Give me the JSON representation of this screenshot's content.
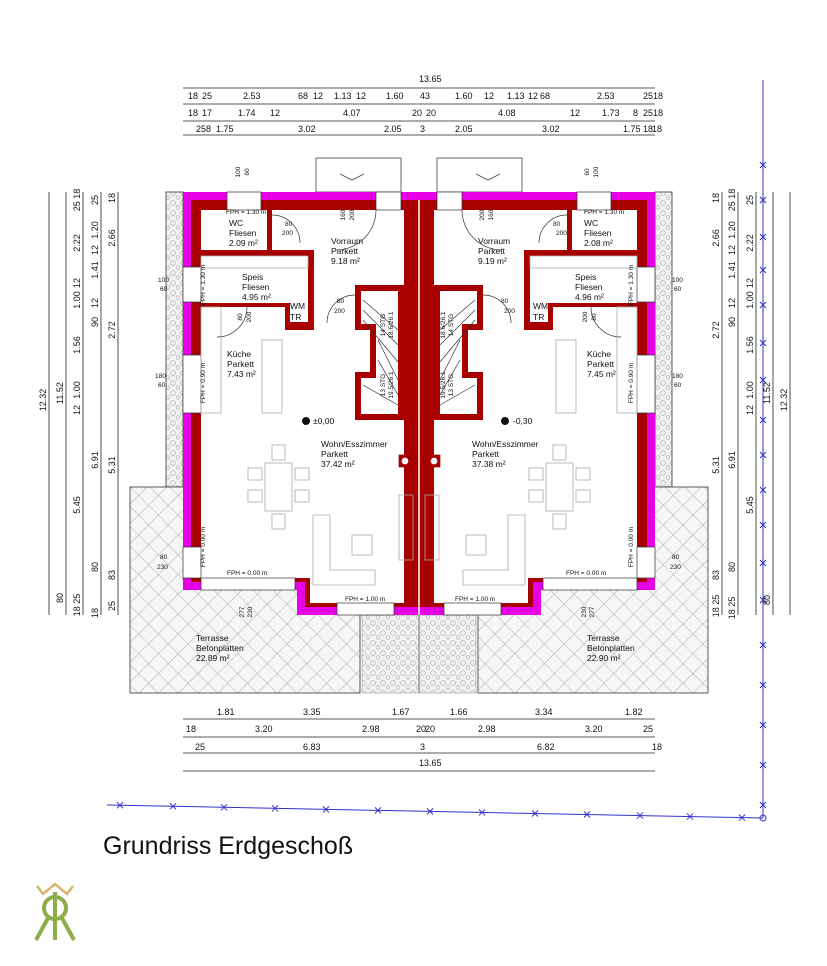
{
  "title": "Grundriss Erdgeschoß",
  "colors": {
    "wall_inner": "#a80000",
    "wall_outer": "#e600e6",
    "survey_line": "#3333cc",
    "logo_green": "#8fac4a",
    "logo_gold": "#d9b46a"
  },
  "left_unit": {
    "wc": {
      "name": "WC",
      "floor": "Fliesen",
      "area": "2.09 m²",
      "fph": "FPH = 1.30 m"
    },
    "vorraum": {
      "name": "Vorraum",
      "floor": "Parkett",
      "area": "9.18 m²"
    },
    "speis": {
      "name": "Speis",
      "floor": "Fliesen",
      "area": "4.95 m²"
    },
    "wm": "WM",
    "tr": "TR",
    "kueche": {
      "name": "Küche",
      "floor": "Parkett",
      "area": "7.43 m²"
    },
    "wohn": {
      "name": "Wohn/Esszimmer",
      "floor": "Parkett",
      "area": "37.42 m²"
    },
    "level": "±0,00",
    "terrasse": {
      "name": "Terrasse",
      "floor": "Betonplatten",
      "area": "22.89 m²"
    },
    "stairs_upper": [
      "14 STG",
      "18.6/26.1"
    ],
    "stairs_lower": [
      "13 STG",
      "19.5/26.1"
    ],
    "openings": {
      "wc_door": [
        "80",
        "200"
      ],
      "entry_door": [
        "160",
        "200"
      ],
      "vorraum_door": [
        "80",
        "200"
      ],
      "kueche_door": [
        "80",
        "200"
      ],
      "window_speis": [
        "100",
        "60"
      ],
      "window_kueche": [
        "180",
        "60"
      ],
      "window_wohn": [
        "80",
        "230"
      ],
      "terrace_door": [
        "277",
        "230"
      ],
      "entry_top": [
        "100",
        "60"
      ],
      "fph_speis": "FPH = 1.30 m",
      "fph_kueche": "FPH = 0.90 m",
      "fph_wohn_side": "FPH = 0.00 m",
      "fph_terrace": "FPH = 0.00 m",
      "fph_bottom": "FPH = 1.00 m"
    }
  },
  "right_unit": {
    "wc": {
      "name": "WC",
      "floor": "Fliesen",
      "area": "2.08 m²",
      "fph": "FPH = 1.30 m"
    },
    "vorraum": {
      "name": "Vorraum",
      "floor": "Parkett",
      "area": "9.19 m²"
    },
    "speis": {
      "name": "Speis",
      "floor": "Fliesen",
      "area": "4.96 m²"
    },
    "wm": "WM",
    "tr": "TR",
    "kueche": {
      "name": "Küche",
      "floor": "Parkett",
      "area": "7.45 m²"
    },
    "wohn": {
      "name": "Wohn/Esszimmer",
      "floor": "Parkett",
      "area": "37.38 m²"
    },
    "level": "-0,30",
    "terrasse": {
      "name": "Terrasse",
      "floor": "Betonplatten",
      "area": "22.90 m²"
    },
    "stairs_upper": [
      "14 STG",
      "18.6/26.1"
    ],
    "stairs_lower": [
      "13 STG",
      "19.5/26.1"
    ],
    "openings": {
      "wc_door": [
        "80",
        "200"
      ],
      "entry_door": [
        "160",
        "200"
      ],
      "vorraum_door": [
        "80",
        "200"
      ],
      "kueche_door": [
        "80",
        "200"
      ],
      "window_speis": [
        "100",
        "60"
      ],
      "window_kueche": [
        "180",
        "60"
      ],
      "window_wohn": [
        "80",
        "230"
      ],
      "terrace_door": [
        "277",
        "230"
      ],
      "entry_top": [
        "100",
        "60"
      ],
      "fph_speis": "FPH = 1.30 m",
      "fph_kueche": "FPH = 0.90 m",
      "fph_wohn_side": "FPH = 0.00 m",
      "fph_terrace": "FPH = 0.00 m",
      "fph_bottom": "FPH = 1.00 m"
    }
  },
  "dimensions": {
    "top": [
      [
        "13.65"
      ],
      [
        "18",
        "25",
        "2.53",
        "68",
        "12",
        "1.13",
        "12",
        "1.60",
        "43",
        "1.60",
        "12",
        "1.13",
        "12",
        "68",
        "2.53",
        "25",
        "18"
      ],
      [
        "18",
        "17",
        "1.74",
        "12",
        "4.07",
        "20",
        "20",
        "4.08",
        "12",
        "1.73",
        "8",
        "25",
        "18"
      ],
      [
        "25",
        "8",
        "1.75",
        "3.02",
        "2.05",
        "3",
        "2.05",
        "3.02",
        "1.75",
        "18",
        "18"
      ]
    ],
    "bottom": [
      [
        "1.81",
        "3.35",
        "1.67",
        "1.66",
        "3.34",
        "1.82"
      ],
      [
        "18",
        "3.20",
        "2.98",
        "20",
        "20",
        "2.98",
        "3.20",
        "25"
      ],
      [
        "25",
        "6.83",
        "3",
        "6.82",
        "18"
      ],
      [
        "13.65"
      ]
    ],
    "left": [
      [
        "12.32"
      ],
      [
        "11.52",
        "80"
      ],
      [
        "25 18",
        "2.22",
        "12",
        "1.00",
        "1.56",
        "1.00",
        "12",
        "5.45",
        "18 25"
      ],
      [
        "25",
        "1.20",
        "12",
        "1.41",
        "12",
        "90",
        "6.91",
        "80",
        "18"
      ],
      [
        "18",
        "2.66",
        "2.72",
        "5.31",
        "83",
        "25"
      ]
    ],
    "right": [
      [
        "18",
        "2.66",
        "2.72",
        "5.31",
        "83",
        "18 25"
      ],
      [
        "25 18",
        "1.20",
        "12",
        "1.41",
        "12",
        "90",
        "6.91",
        "80",
        "18 25"
      ],
      [
        "25",
        "2.22",
        "12",
        "1.00",
        "1.56",
        "1.00",
        "12",
        "5.45"
      ],
      [
        "11.52",
        "80"
      ],
      [
        "12.32"
      ]
    ]
  }
}
